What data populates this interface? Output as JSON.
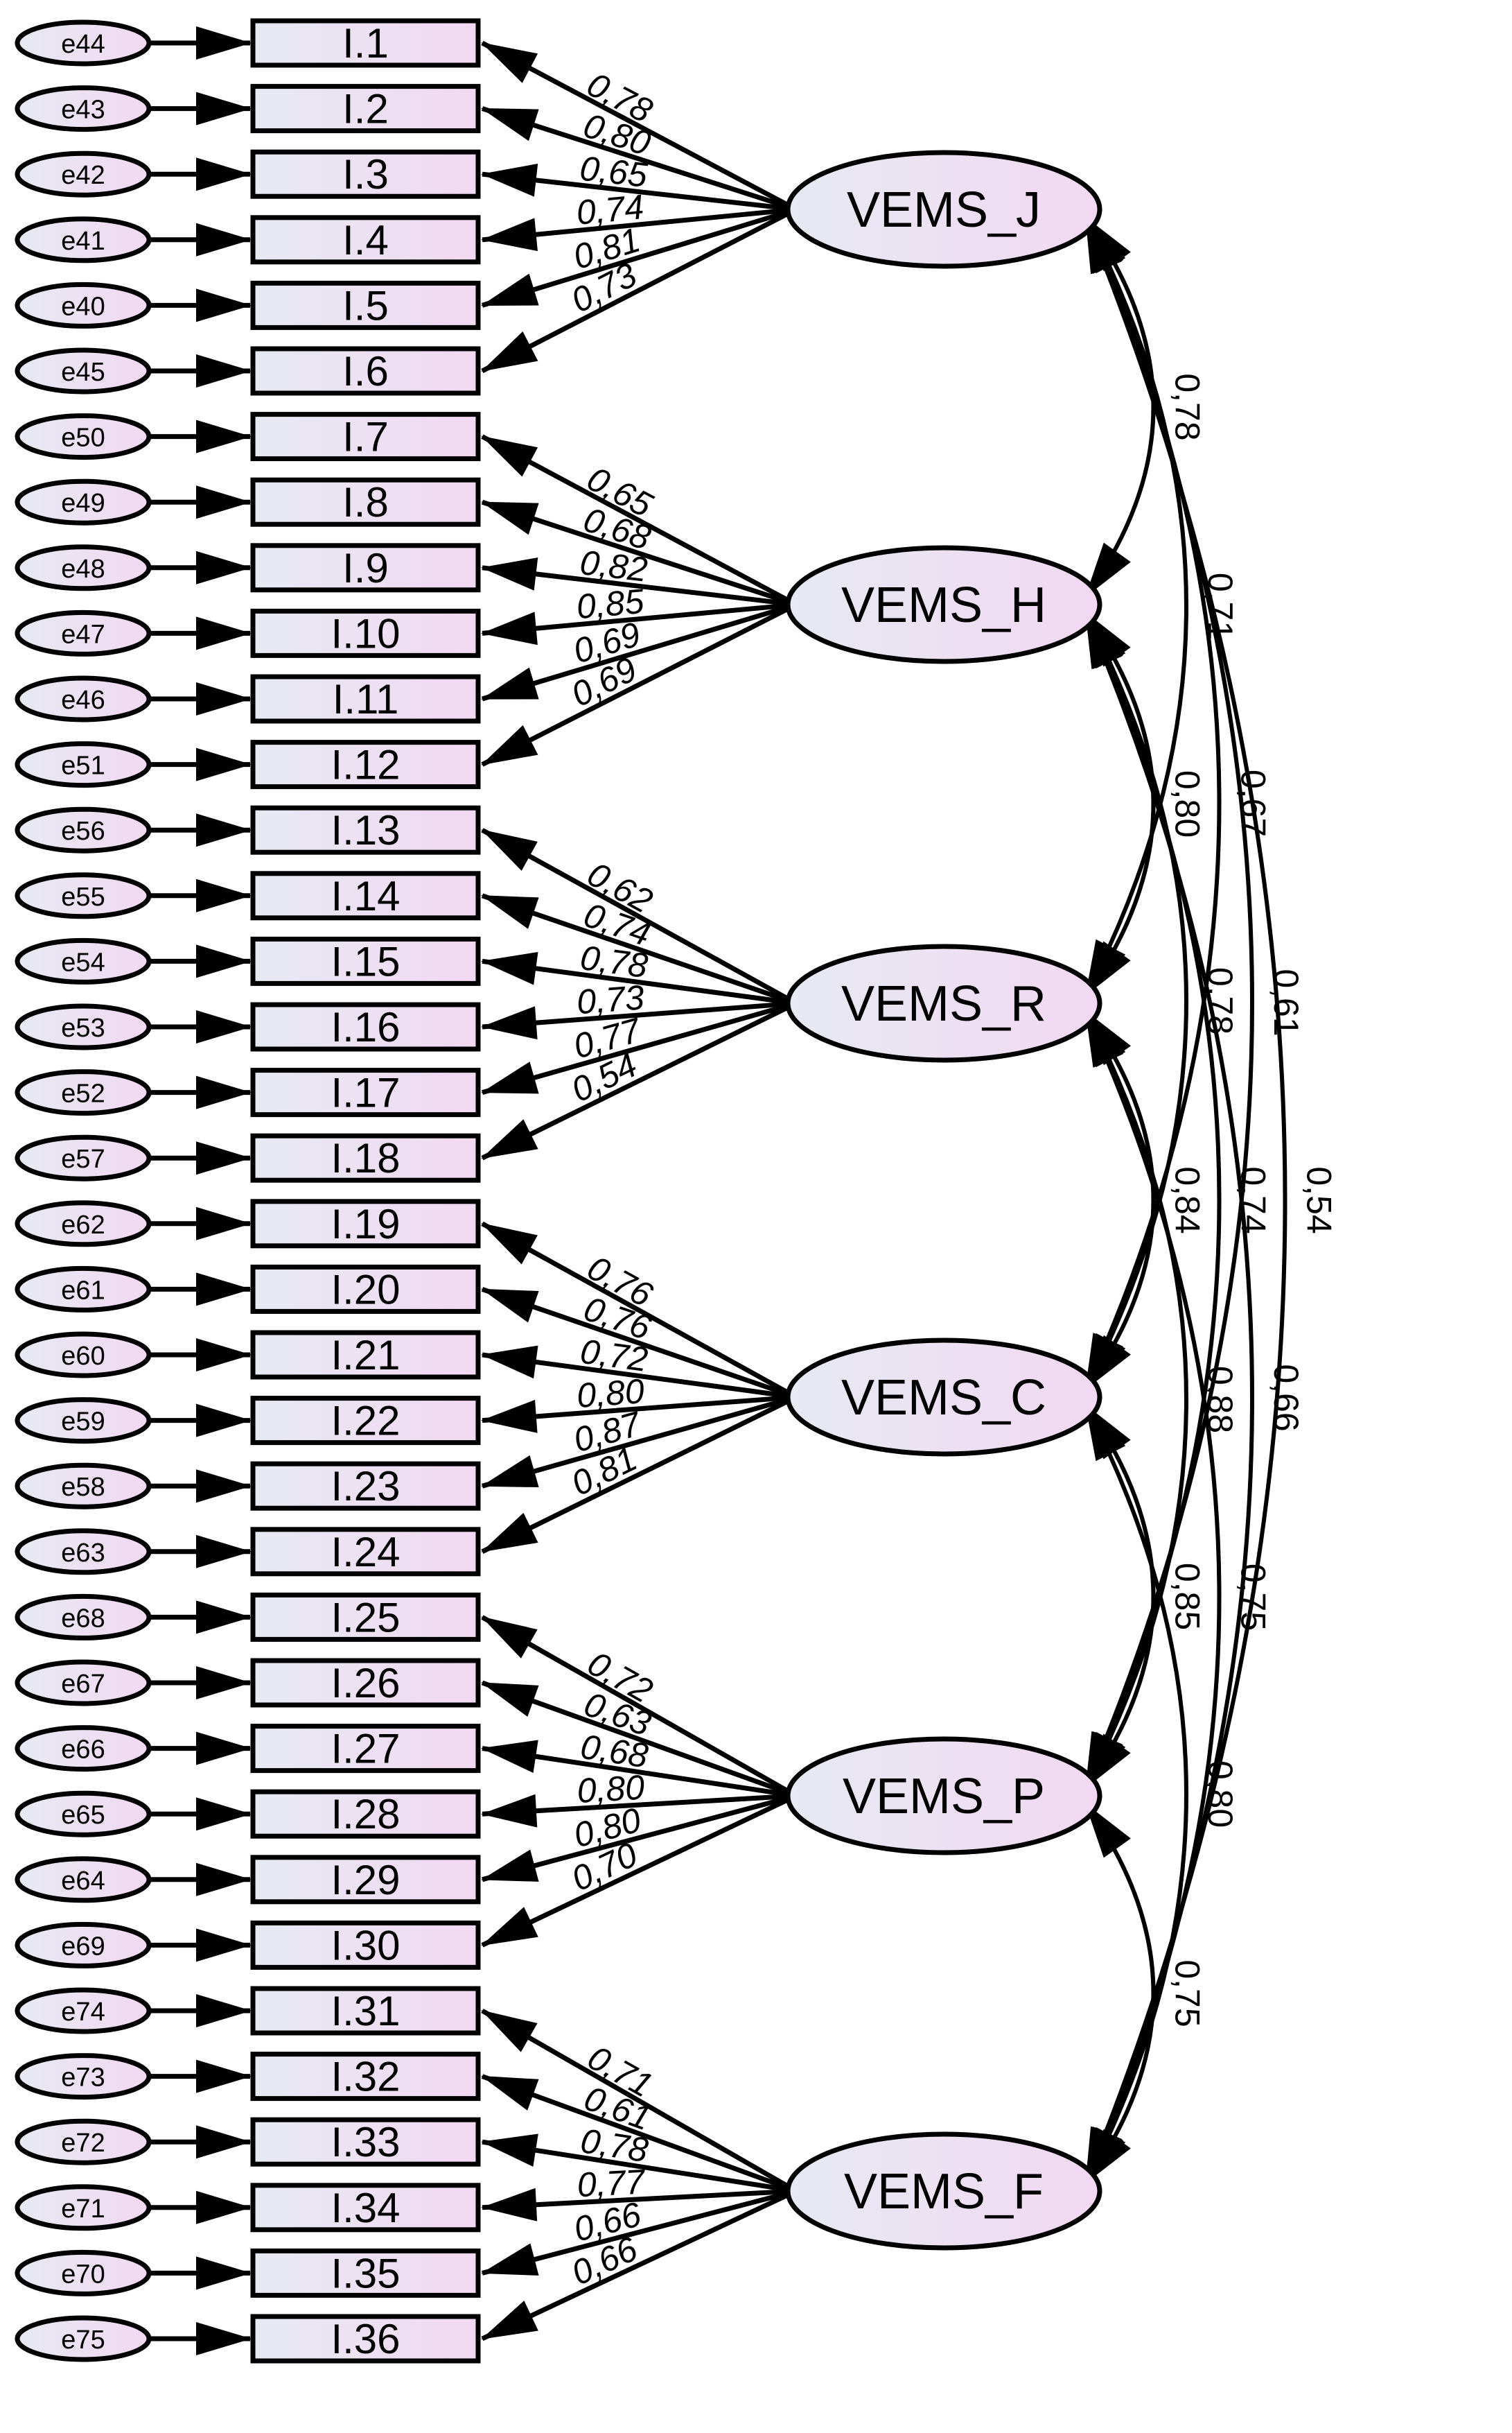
{
  "colors": {
    "node_fill_left": "#e6eaf2",
    "node_fill_right": "#f2d8f2",
    "stroke": "#000000"
  },
  "items": [
    {
      "label": "I.1",
      "error": "e44"
    },
    {
      "label": "I.2",
      "error": "e43"
    },
    {
      "label": "I.3",
      "error": "e42"
    },
    {
      "label": "I.4",
      "error": "e41"
    },
    {
      "label": "I.5",
      "error": "e40"
    },
    {
      "label": "I.6",
      "error": "e45"
    },
    {
      "label": "I.7",
      "error": "e50"
    },
    {
      "label": "I.8",
      "error": "e49"
    },
    {
      "label": "I.9",
      "error": "e48"
    },
    {
      "label": "I.10",
      "error": "e47"
    },
    {
      "label": "I.11",
      "error": "e46"
    },
    {
      "label": "I.12",
      "error": "e51"
    },
    {
      "label": "I.13",
      "error": "e56"
    },
    {
      "label": "I.14",
      "error": "e55"
    },
    {
      "label": "I.15",
      "error": "e54"
    },
    {
      "label": "I.16",
      "error": "e53"
    },
    {
      "label": "I.17",
      "error": "e52"
    },
    {
      "label": "I.18",
      "error": "e57"
    },
    {
      "label": "I.19",
      "error": "e62"
    },
    {
      "label": "I.20",
      "error": "e61"
    },
    {
      "label": "I.21",
      "error": "e60"
    },
    {
      "label": "I.22",
      "error": "e59"
    },
    {
      "label": "I.23",
      "error": "e58"
    },
    {
      "label": "I.24",
      "error": "e63"
    },
    {
      "label": "I.25",
      "error": "e68"
    },
    {
      "label": "I.26",
      "error": "e67"
    },
    {
      "label": "I.27",
      "error": "e66"
    },
    {
      "label": "I.28",
      "error": "e65"
    },
    {
      "label": "I.29",
      "error": "e64"
    },
    {
      "label": "I.30",
      "error": "e69"
    },
    {
      "label": "I.31",
      "error": "e74"
    },
    {
      "label": "I.32",
      "error": "e73"
    },
    {
      "label": "I.33",
      "error": "e72"
    },
    {
      "label": "I.34",
      "error": "e71"
    },
    {
      "label": "I.35",
      "error": "e70"
    },
    {
      "label": "I.36",
      "error": "e75"
    }
  ],
  "factors": [
    {
      "label": "VEMS_J",
      "loadings": [
        "0,78",
        "0,80",
        "0,65",
        "0,74",
        "0,81",
        "0,73"
      ]
    },
    {
      "label": "VEMS_H",
      "loadings": [
        "0,65",
        "0,68",
        "0,82",
        "0,85",
        "0,69",
        "0,69"
      ]
    },
    {
      "label": "VEMS_R",
      "loadings": [
        "0,62",
        "0,74",
        "0,78",
        "0,73",
        "0,77",
        "0,54"
      ]
    },
    {
      "label": "VEMS_C",
      "loadings": [
        "0,76",
        "0,76",
        "0,72",
        "0,80",
        "0,87",
        "0,81"
      ]
    },
    {
      "label": "VEMS_P",
      "loadings": [
        "0,72",
        "0,63",
        "0,68",
        "0,80",
        "0,80",
        "0,70"
      ]
    },
    {
      "label": "VEMS_F",
      "loadings": [
        "0,71",
        "0,61",
        "0,78",
        "0,77",
        "0,66",
        "0,66"
      ]
    }
  ],
  "correlations": [
    {
      "from": "VEMS_J",
      "to": "VEMS_H",
      "value": "0,78"
    },
    {
      "from": "VEMS_J",
      "to": "VEMS_R",
      "value": "0,71"
    },
    {
      "from": "VEMS_J",
      "to": "VEMS_C",
      "value": "0,67"
    },
    {
      "from": "VEMS_J",
      "to": "VEMS_P",
      "value": "0,61"
    },
    {
      "from": "VEMS_J",
      "to": "VEMS_F",
      "value": "0,54"
    },
    {
      "from": "VEMS_H",
      "to": "VEMS_R",
      "value": "0,80"
    },
    {
      "from": "VEMS_H",
      "to": "VEMS_C",
      "value": "0,78"
    },
    {
      "from": "VEMS_H",
      "to": "VEMS_P",
      "value": "0,74"
    },
    {
      "from": "VEMS_H",
      "to": "VEMS_F",
      "value": "0,66"
    },
    {
      "from": "VEMS_R",
      "to": "VEMS_C",
      "value": "0,84"
    },
    {
      "from": "VEMS_R",
      "to": "VEMS_P",
      "value": "0,88"
    },
    {
      "from": "VEMS_R",
      "to": "VEMS_F",
      "value": "0,75"
    },
    {
      "from": "VEMS_C",
      "to": "VEMS_P",
      "value": "0,85"
    },
    {
      "from": "VEMS_C",
      "to": "VEMS_F",
      "value": "0,80"
    },
    {
      "from": "VEMS_P",
      "to": "VEMS_F",
      "value": "0,75"
    }
  ]
}
